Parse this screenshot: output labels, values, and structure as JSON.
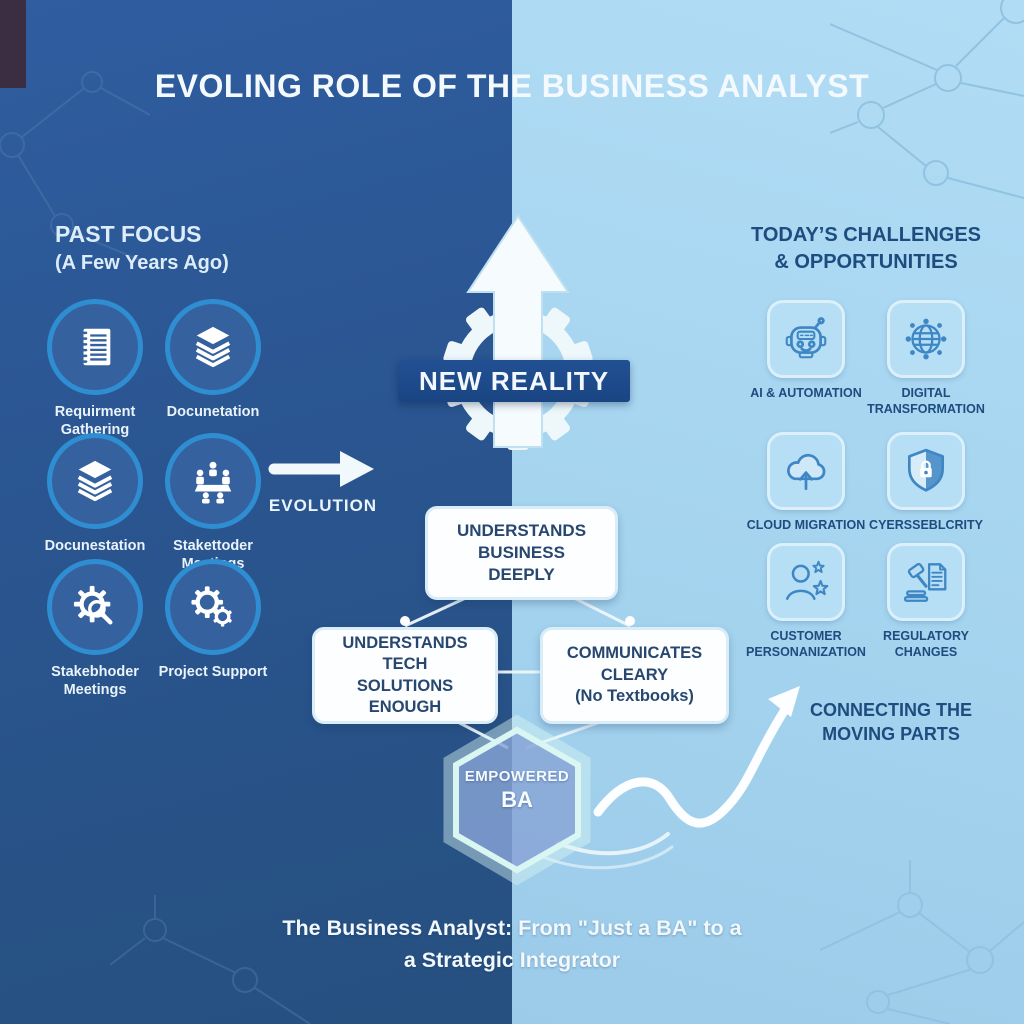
{
  "title": "EVOLING ROLE OF THE BUSINESS ANALYST",
  "past": {
    "heading": [
      "PAST FOCUS",
      "(A Few Years Ago)"
    ],
    "items": [
      {
        "icon": "notebook-icon",
        "lines": [
          "Requirment",
          "Gathering"
        ]
      },
      {
        "icon": "layers-icon",
        "lines": [
          "Docunetation"
        ]
      },
      {
        "icon": "layers-icon",
        "lines": [
          "Docunestation"
        ]
      },
      {
        "icon": "meeting-icon",
        "lines": [
          "Stakettoder",
          "Meetings"
        ]
      },
      {
        "icon": "gear-magnifier-icon",
        "lines": [
          "Stakebhoder",
          "Meetings"
        ]
      },
      {
        "icon": "gears-icon",
        "lines": [
          "Project Support"
        ]
      }
    ]
  },
  "evolution_label": "EVOLUTION",
  "new_reality_label": "NEW REALITY",
  "boxes": {
    "business": [
      "UNDERSTANDS",
      "BUSINESS",
      "DEEPLY"
    ],
    "tech": [
      "UNDERSTANDS",
      "TECH",
      "SOLUTIONS",
      "ENOUGH"
    ],
    "communicates": [
      "COMMUNICATES",
      "CLEARY",
      "(No Textbooks)"
    ]
  },
  "hexagon": [
    "EMPOWERED",
    "BA"
  ],
  "today": {
    "heading": [
      "TODAY’S CHALLENGES",
      "& OPPORTUNITIES"
    ],
    "items": [
      {
        "icon": "robot-icon",
        "lines": [
          "AI & AUTOMATION"
        ]
      },
      {
        "icon": "globe-network-icon",
        "lines": [
          "DIGITAL",
          "TRANSFORMATION"
        ]
      },
      {
        "icon": "cloud-upload-icon",
        "lines": [
          "CLOUD MIGRATION"
        ]
      },
      {
        "icon": "shield-lock-icon",
        "lines": [
          "CYERSSEBLCRITY"
        ]
      },
      {
        "icon": "person-stars-icon",
        "lines": [
          "CUSTOMER",
          "PERSONANIZATION"
        ]
      },
      {
        "icon": "gavel-document-icon",
        "lines": [
          "REGULATORY",
          "CHANGES"
        ]
      }
    ]
  },
  "connecting": [
    "CONNECTING THE",
    "MOVING PARTS"
  ],
  "footer": [
    "The Business Analyst: From \"Just a BA\" to a",
    "a Strategic Integrator"
  ],
  "colors": {
    "left_bg": "#2a5590",
    "right_bg": "#a5d4ef",
    "banner_bg": "#1d4a8c",
    "circle_ring": "#2f8ed2",
    "icon_stroke": "#3e86c4",
    "heading_dark": "#1d4c7f",
    "card_text": "#27476f",
    "text_light": "#f2f8fc"
  }
}
